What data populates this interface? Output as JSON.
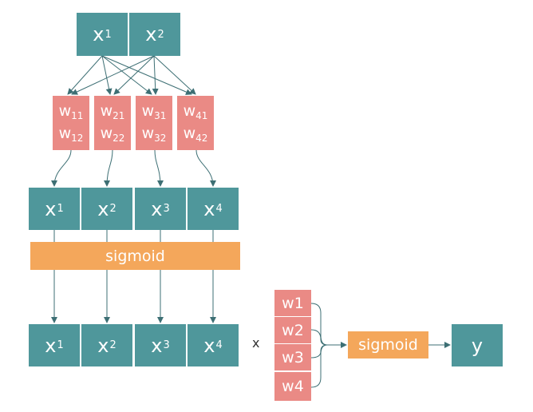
{
  "top_inputs": [
    {
      "base": "x",
      "sub": "1"
    },
    {
      "base": "x",
      "sub": "2"
    }
  ],
  "weight_boxes": [
    {
      "w1": {
        "base": "w",
        "sub": "11"
      },
      "w2": {
        "base": "w",
        "sub": "12"
      }
    },
    {
      "w1": {
        "base": "w",
        "sub": "21"
      },
      "w2": {
        "base": "w",
        "sub": "22"
      }
    },
    {
      "w1": {
        "base": "w",
        "sub": "31"
      },
      "w2": {
        "base": "w",
        "sub": "32"
      }
    },
    {
      "w1": {
        "base": "w",
        "sub": "41"
      },
      "w2": {
        "base": "w",
        "sub": "42"
      }
    }
  ],
  "hidden_layer": [
    {
      "base": "x",
      "sub": "1"
    },
    {
      "base": "x",
      "sub": "2"
    },
    {
      "base": "x",
      "sub": "3"
    },
    {
      "base": "x",
      "sub": "4"
    }
  ],
  "sigmoid_bar": "sigmoid",
  "output_layer": [
    {
      "base": "x",
      "sub": "1"
    },
    {
      "base": "x",
      "sub": "2"
    },
    {
      "base": "x",
      "sub": "3"
    },
    {
      "base": "x",
      "sub": "4"
    }
  ],
  "multiply_symbol": "x",
  "final_weights": [
    "w1",
    "w2",
    "w3",
    "w4"
  ],
  "final_sigmoid": "sigmoid",
  "output": "y",
  "colors": {
    "teal": "#4f979b",
    "pink": "#ea8a85",
    "orange": "#f4a75b",
    "arrow": "#3d6f74"
  }
}
